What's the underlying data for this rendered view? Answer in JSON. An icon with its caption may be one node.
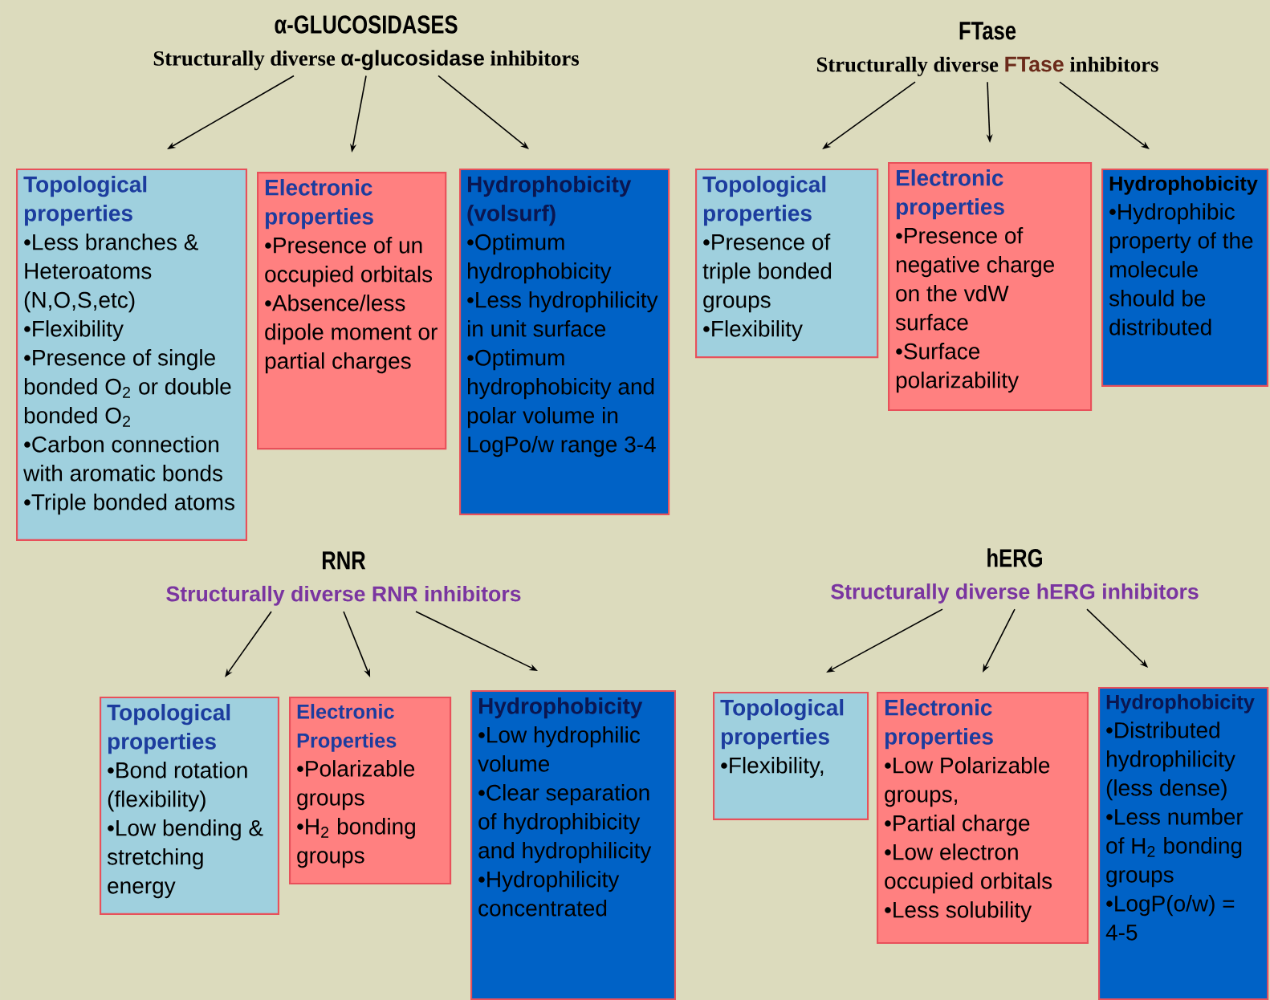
{
  "diagram": {
    "nodes": [
      {
        "text": [
          "α-GLUCOSIDASES",
          "Structurally diverse **α-glucosidase** inhibitors"
        ]
      },
      {
        "text": [
          "Topological properties",
          "•Less branches & Heteroatoms (N,O,S,etc)",
          "•Flexibility",
          "•Presence of single bonded O$_{2}$ or double bonded O$_{2}$",
          "•Carbon connection with aromatic bonds",
          "•Triple bonded atoms"
        ]
      },
      {
        "text": [
          "Electronic properties",
          "•Presence of un occupied orbitals",
          "•Absence/less dipole moment or partial charges"
        ]
      },
      {
        "text": [
          "Hydrophobicity (volsurf)",
          "•Optimum hydrophobicity",
          "•Less hydrophilicity in unit surface",
          "•Optimum hydrophobicity and polar volume in LogPo/w range 3-4"
        ]
      },
      {
        "text": [
          "FTase",
          "Structurally diverse **FTase** inhibitors"
        ]
      },
      {
        "text": [
          "Topological properties",
          "•Presence of triple bonded groups",
          "•Flexibility"
        ]
      },
      {
        "text": [
          "Electronic properties",
          "•Presence of negative charge on the vdW surface",
          "•Surface polarizability"
        ]
      },
      {
        "text": [
          "Hydrophobicity",
          "•Hydrophibic property of the molecule should be distributed"
        ]
      },
      {
        "text": [
          "RNR",
          "Structurally diverse RNR inhibitors"
        ]
      },
      {
        "text": [
          "Topological properties",
          "•Bond rotation (flexibility)",
          "•Low bending & stretching energy"
        ]
      },
      {
        "text": [
          "Electronic Properties",
          "•Polarizable groups",
          "•H$_{2}$ bonding groups"
        ]
      },
      {
        "text": [
          "Hydrophobicity",
          "•Low hydrophilic volume",
          "•Clear separation of hydrophibicity and hydrophilicity",
          "•Hydrophilicity concentrated"
        ]
      },
      {
        "text": [
          "hERG",
          "Structurally diverse hERG inhibitors"
        ]
      },
      {
        "text": [
          "Topological properties",
          "•Flexibility,"
        ]
      },
      {
        "text": [
          "Electronic properties",
          "•Low Polarizable groups,",
          "•Partial charge",
          "•Low electron occupied orbitals",
          "•Less solubility"
        ]
      },
      {
        "text": [
          "Hydrophobicity",
          "•Distributed hydrophilicity (less dense)",
          "•Less number of H$_{2}$ bonding groups",
          "•LogP(o/w) = 4-5"
        ]
      }
    ],
    "edges": [
      {
        "from": 0,
        "to": 1,
        "arrow": "to"
      },
      {
        "from": 0,
        "to": 2,
        "arrow": "to"
      },
      {
        "from": 0,
        "to": 3,
        "arrow": "to"
      },
      {
        "from": 4,
        "to": 5,
        "arrow": "to"
      },
      {
        "from": 4,
        "to": 6,
        "arrow": "to"
      },
      {
        "from": 4,
        "to": 7,
        "arrow": "to"
      },
      {
        "from": 8,
        "to": 9,
        "arrow": "to"
      },
      {
        "from": 8,
        "to": 10,
        "arrow": "to"
      },
      {
        "from": 8,
        "to": 11,
        "arrow": "to"
      },
      {
        "from": 12,
        "to": 13,
        "arrow": "to"
      },
      {
        "from": 12,
        "to": 14,
        "arrow": "to"
      },
      {
        "from": 12,
        "to": 15,
        "arrow": "to"
      }
    ]
  }
}
